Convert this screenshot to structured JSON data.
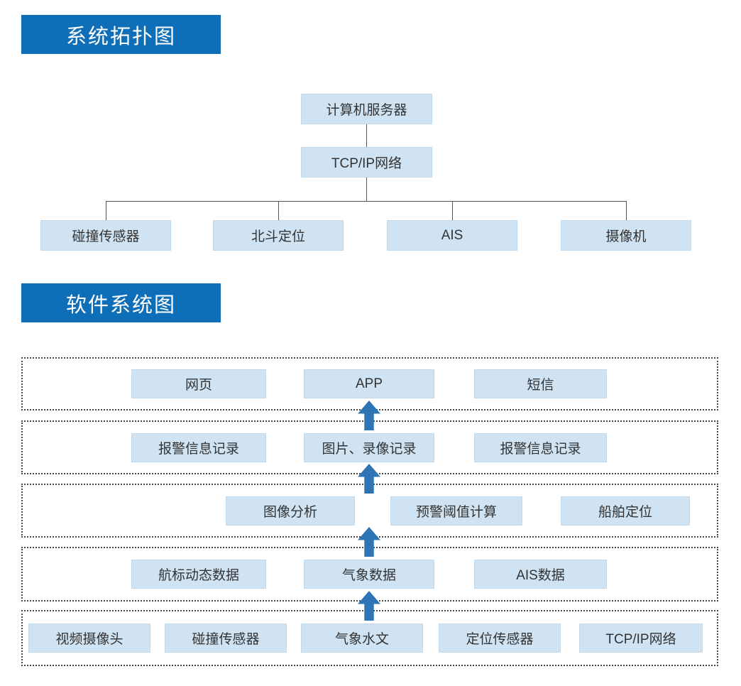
{
  "topology": {
    "title": "系统拓扑图",
    "root": "计算机服务器",
    "network": "TCP/IP网络",
    "leaves": [
      "碰撞传感器",
      "北斗定位",
      "AIS",
      "摄像机"
    ]
  },
  "software": {
    "title": "软件系统图",
    "layers": [
      {
        "boxes": [
          "网页",
          "APP",
          "短信"
        ]
      },
      {
        "boxes": [
          "报警信息记录",
          "图片、录像记录",
          "报警信息记录"
        ]
      },
      {
        "boxes": [
          "图像分析",
          "预警阈值计算",
          "船舶定位"
        ]
      },
      {
        "boxes": [
          "航标动态数据",
          "气象数据",
          "AIS数据"
        ]
      },
      {
        "boxes": [
          "视频摄像头",
          "碰撞传感器",
          "气象水文",
          "定位传感器",
          "TCP/IP网络"
        ]
      }
    ]
  },
  "colors": {
    "banner_blue": "#0e6eb8",
    "box_fill": "#cfe3f3",
    "arrow_blue": "#2e75b6",
    "line_gray": "#555555"
  }
}
